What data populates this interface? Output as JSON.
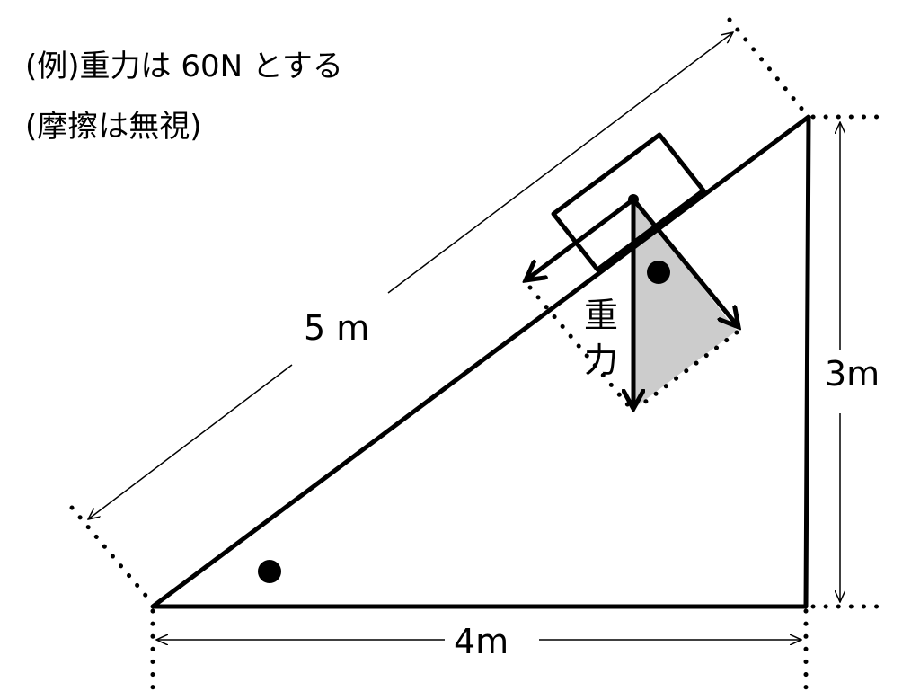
{
  "notes": {
    "line1": "(例)重力は 60N とする",
    "line2": "(摩擦は無視)"
  },
  "labels": {
    "hypotenuse": "5 m",
    "height": "3m",
    "base": "4m",
    "gravity_char1": "重",
    "gravity_char2": "力"
  },
  "colors": {
    "line": "#000000",
    "shade": "#cccccc"
  }
}
